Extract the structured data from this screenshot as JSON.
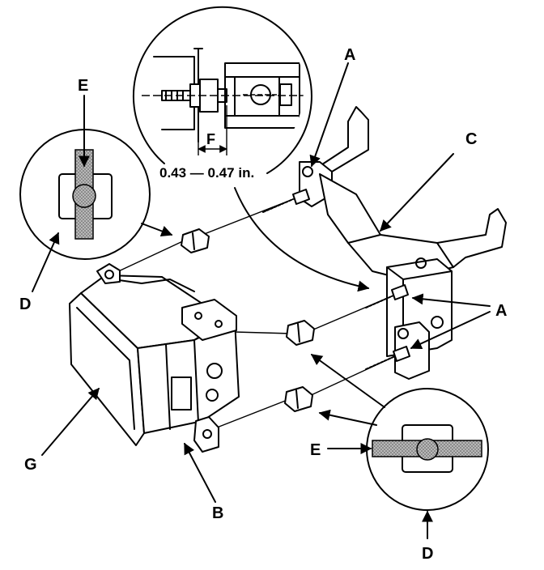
{
  "labels": {
    "a_top": "A",
    "a_right": "A",
    "b": "B",
    "c": "C",
    "d_left": "D",
    "d_right": "D",
    "e_left": "E",
    "e_right": "E",
    "f": "F",
    "g": "G"
  },
  "dimension_text": "0.43 — 0.47 in."
}
